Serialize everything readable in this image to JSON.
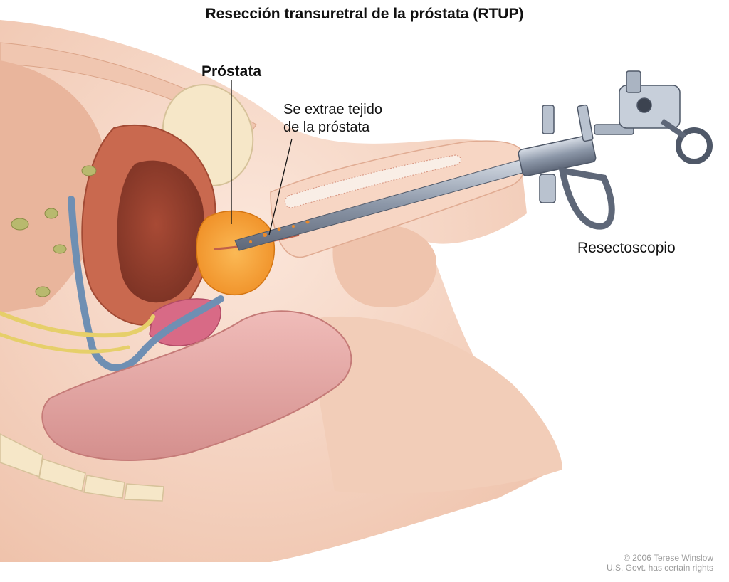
{
  "title": "Resección transuretral de la próstata (RTUP)",
  "labels": {
    "prostate": "Próstata",
    "tissue_line1": "Se extrae tejido",
    "tissue_line2": "de la próstata",
    "resectoscope": "Resectoscopio"
  },
  "credit": {
    "line1": "© 2006 Terese Winslow",
    "line2": "U.S. Govt. has certain rights"
  },
  "colors": {
    "skin": "#f6d9c8",
    "skin_shadow": "#e9b79e",
    "bladder": "#b5573f",
    "bladder_inner": "#8f3d2c",
    "prostate": "#f2a03a",
    "rectum": "#e7a9a6",
    "instrument": "#8a96a6",
    "vein": "#6f8fb3",
    "vesicle": "#d86a86",
    "ureter": "#e6cf6a"
  }
}
